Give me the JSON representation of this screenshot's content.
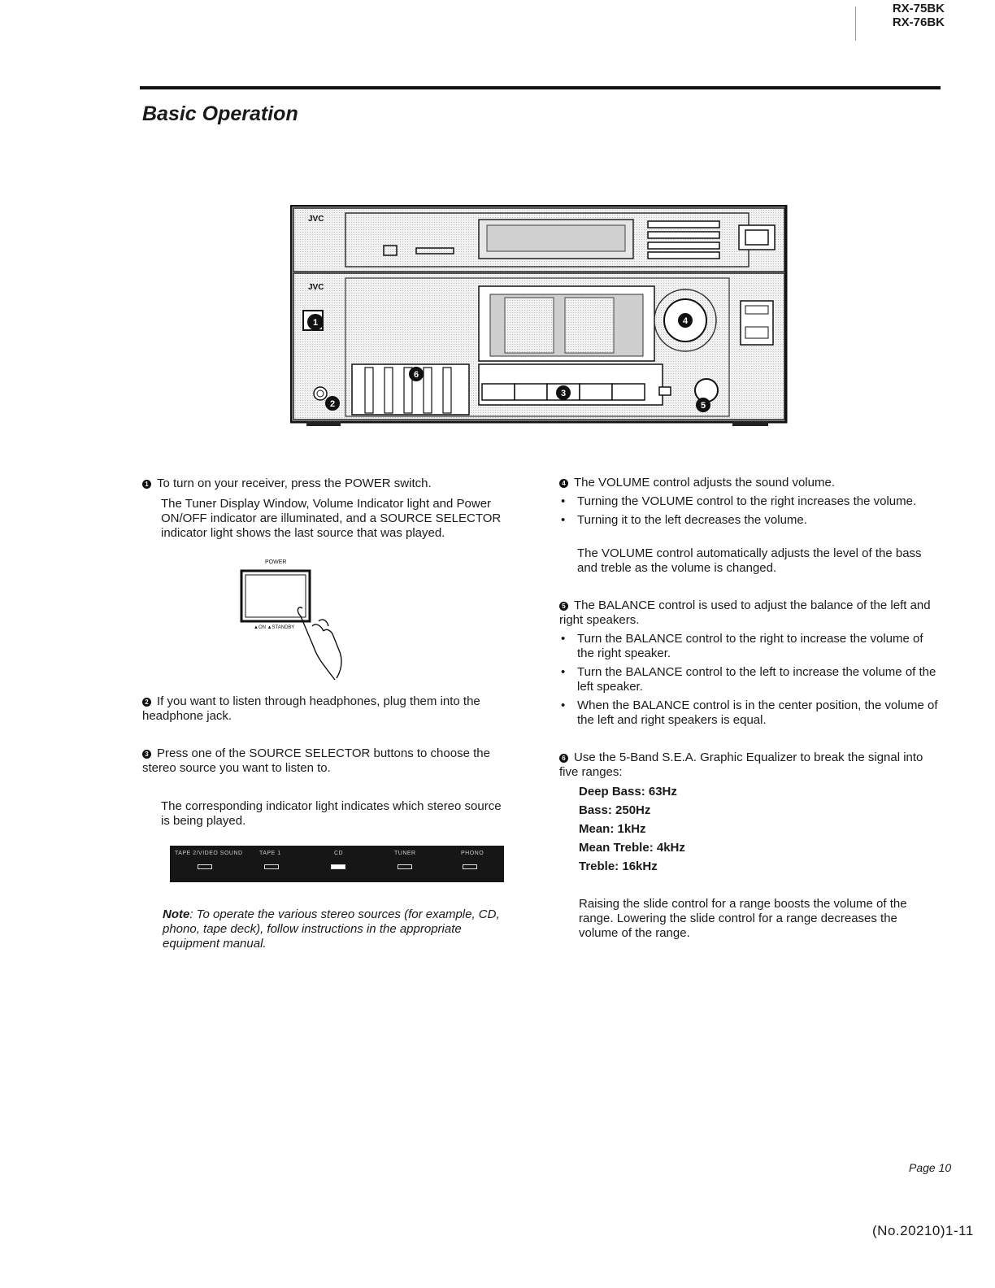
{
  "header": {
    "model_1": "RX-75BK",
    "model_2": "RX-76BK"
  },
  "title": "Basic Operation",
  "figure": {
    "brand_top": "JVC",
    "brand_bottom": "JVC",
    "callouts": [
      "1",
      "2",
      "3",
      "4",
      "5",
      "6"
    ]
  },
  "left": {
    "item1": {
      "num": "1",
      "lead": "To turn on your receiver, press the POWER switch.",
      "body": "The Tuner Display Window, Volume Indicator light and Power ON/OFF indicator are illuminated, and a SOURCE SELECTOR indicator light shows the last source that was played."
    },
    "power_fig": {
      "label": "POWER",
      "sub": "▲ON ▲STANDBY"
    },
    "item2": {
      "num": "2",
      "text": "If you want to listen through headphones, plug them into the headphone jack."
    },
    "item3": {
      "num": "3",
      "text": "Press one of the SOURCE SELECTOR buttons to choose the stereo source you want to listen to.",
      "body": "The corresponding indicator light indicates which stereo source is being played."
    },
    "sources": [
      "TAPE 2/VIDEO SOUND",
      "TAPE 1",
      "CD",
      "TUNER",
      "PHONO"
    ],
    "note_label": "Note",
    "note_text": ": To operate the various stereo sources (for example, CD, phono, tape deck), follow instructions in the appropriate equipment manual."
  },
  "right": {
    "item4": {
      "num": "4",
      "lead": "The VOLUME control adjusts the sound volume.",
      "bullets": [
        "Turning the VOLUME control to the right increases the volume.",
        "Turning it to the left decreases the volume."
      ],
      "body": "The VOLUME control automatically adjusts the level of the bass and treble as the volume is changed."
    },
    "item5": {
      "num": "5",
      "lead": "The BALANCE control is used to adjust the balance of the left and right speakers.",
      "bullets": [
        "Turn the BALANCE control to the right to increase the volume of the right speaker.",
        "Turn the BALANCE control to the left to increase the volume of the left speaker.",
        "When the BALANCE control is in the center position, the volume of the left and right speakers is equal."
      ]
    },
    "item6": {
      "num": "6",
      "lead": "Use the 5-Band S.E.A. Graphic Equalizer to break the signal into five ranges:",
      "bands": [
        "Deep Bass: 63Hz",
        "Bass: 250Hz",
        "Mean: 1kHz",
        "Mean Treble: 4kHz",
        "Treble: 16kHz"
      ],
      "body": "Raising the slide control for a range boosts the volume of the range. Lowering the slide control for a range decreases the volume of the range."
    }
  },
  "footer": {
    "page": "Page 10",
    "doc_no": "(No.20210)1-11"
  }
}
